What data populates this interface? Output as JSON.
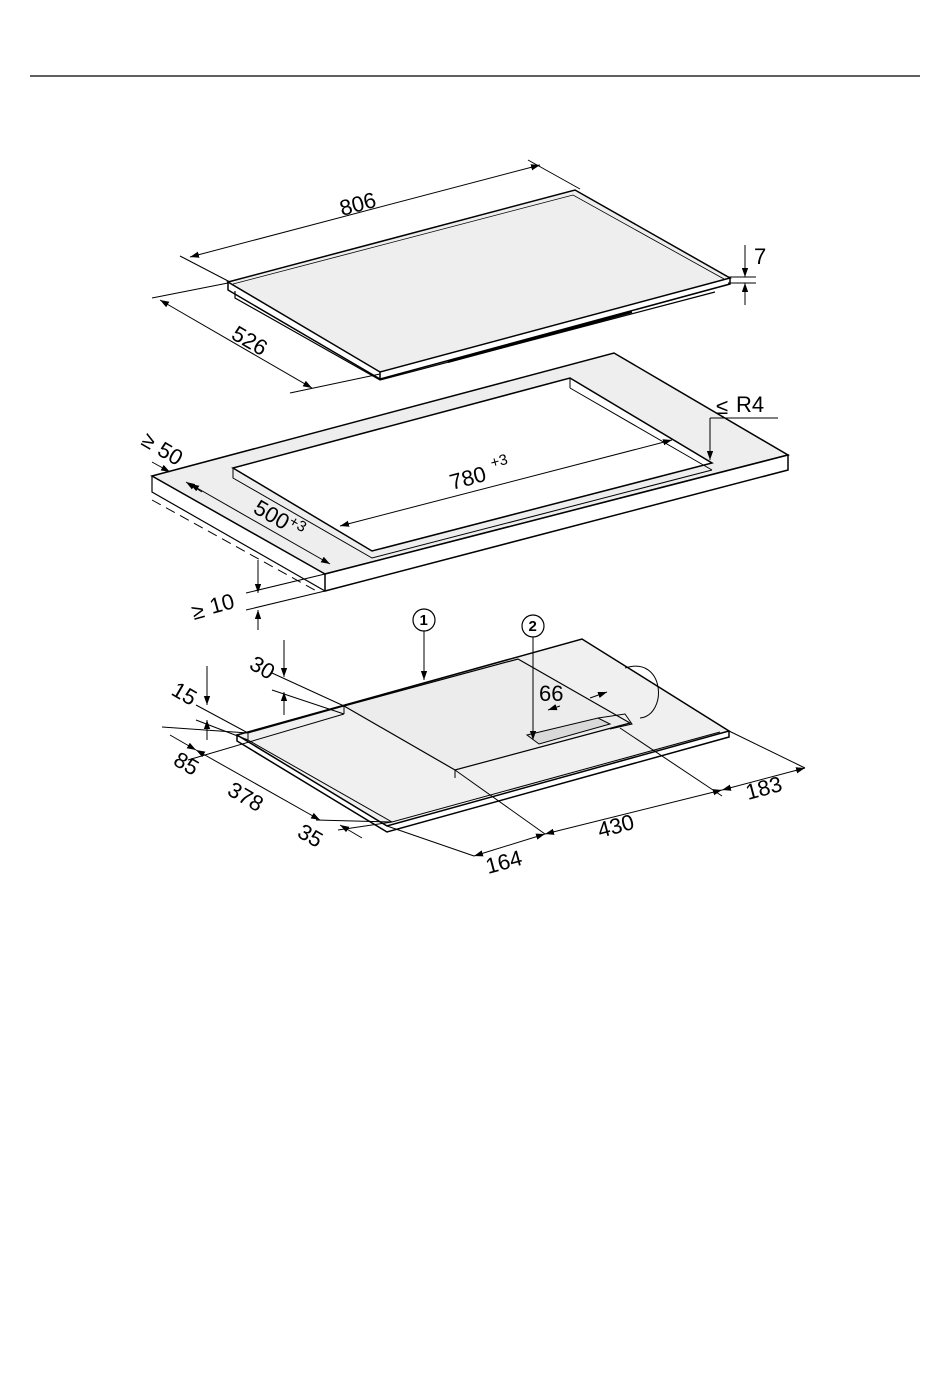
{
  "diagram": {
    "hob": {
      "width": "806",
      "depth": "526",
      "thickness": "7"
    },
    "cutout": {
      "width": "780",
      "width_tol": "+3",
      "depth": "500",
      "depth_tol": "+3",
      "front_gap": "50",
      "front_gap_prefix": "≥",
      "corner_radius": "R4",
      "corner_radius_prefix": "≤",
      "min_worktop_thickness": "10",
      "min_worktop_thickness_prefix": "≥"
    },
    "underside": {
      "callouts": [
        "1",
        "2"
      ],
      "dims": {
        "d30": "30",
        "d15": "15",
        "d66": "66",
        "d85": "85",
        "d378": "378",
        "d35": "35",
        "d164": "164",
        "d430": "430",
        "d183": "183"
      }
    }
  }
}
